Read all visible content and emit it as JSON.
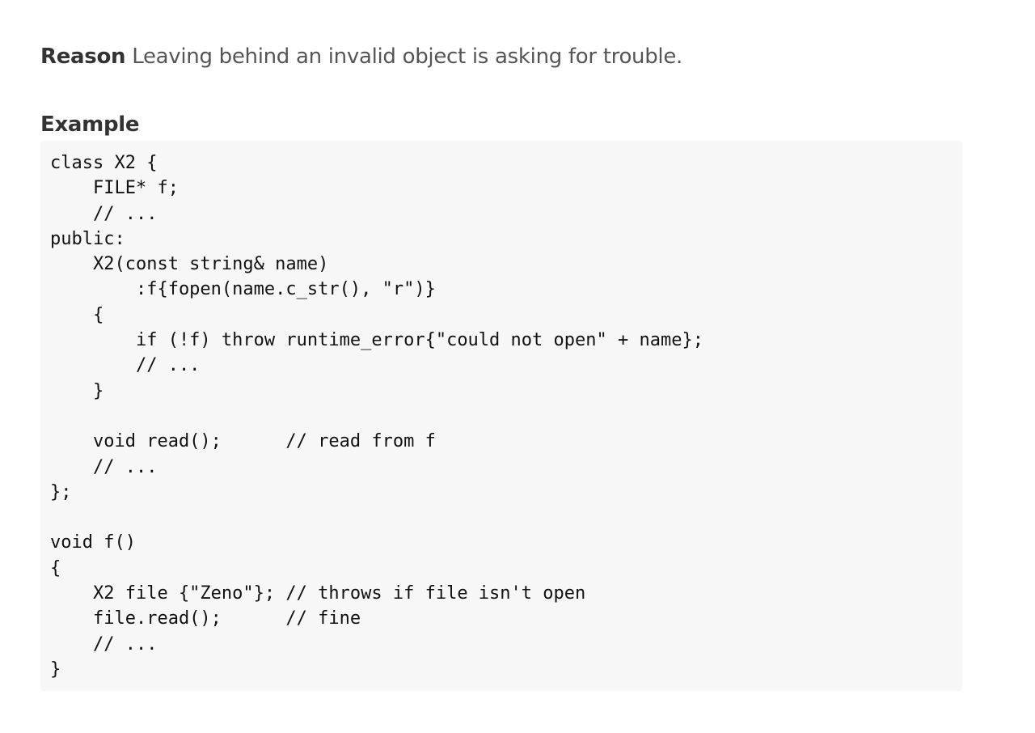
{
  "reason": {
    "label": "Reason",
    "text": " Leaving behind an invalid object is asking for trouble."
  },
  "example": {
    "heading": "Example",
    "code_lines": [
      "class X2 {",
      "    FILE* f;",
      "    // ...",
      "public:",
      "    X2(const string& name)",
      "        :f{fopen(name.c_str(), \"r\")}",
      "    {",
      "        if (!f) throw runtime_error{\"could not open\" + name};",
      "        // ...",
      "    }",
      "",
      "    void read();      // read from f",
      "    // ...",
      "};",
      "",
      "void f()",
      "{",
      "    X2 file {\"Zeno\"}; // throws if file isn't open",
      "    file.read();      // fine",
      "    // ...",
      "}"
    ]
  }
}
